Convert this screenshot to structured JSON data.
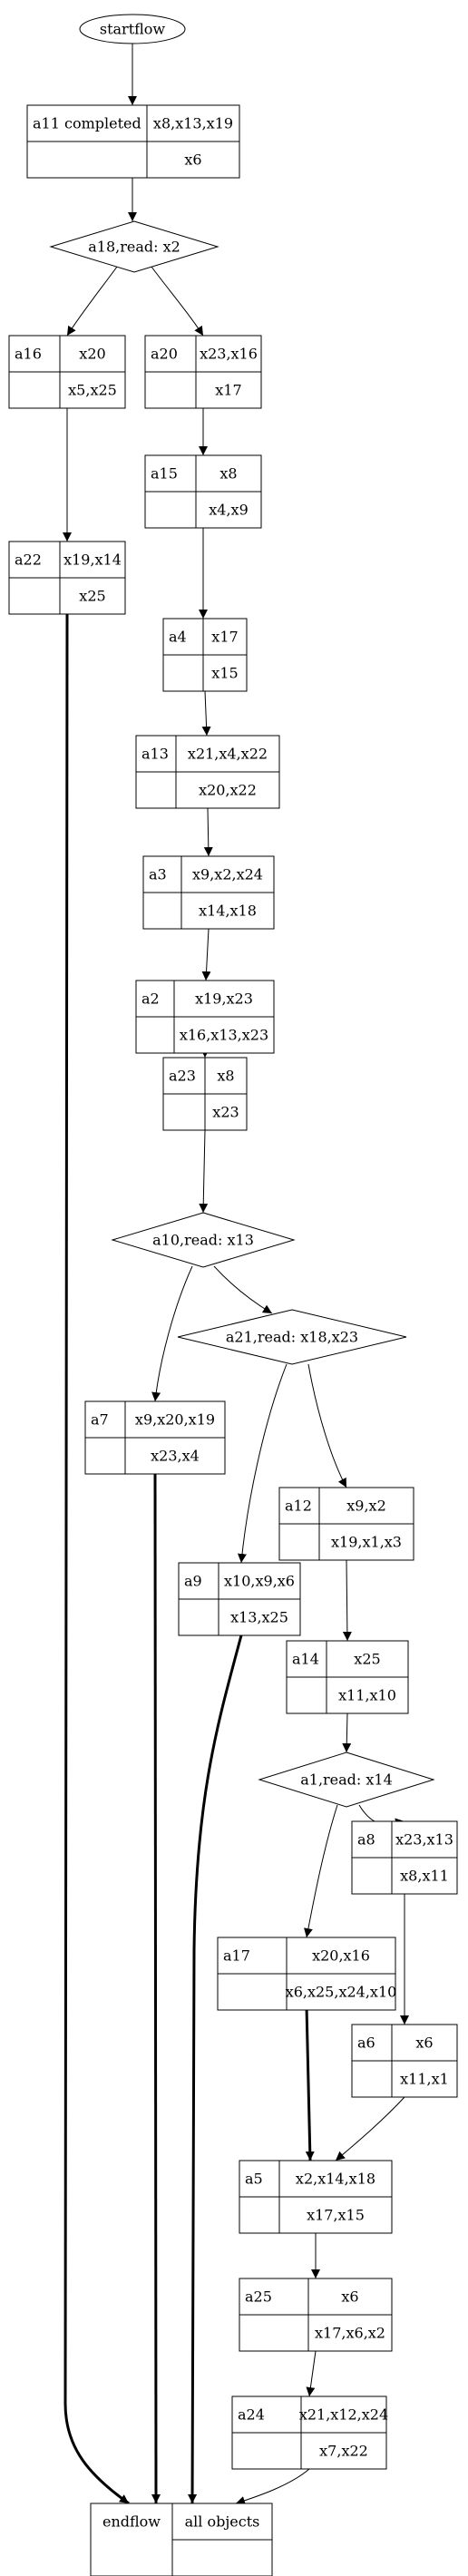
{
  "start": {
    "label": "startflow"
  },
  "end": {
    "label": "endflow",
    "objects": "all objects"
  },
  "actions": [
    {
      "id": "a11",
      "label": "a11 completed",
      "reads": "x8,x13,x19",
      "writes": "x6"
    },
    {
      "id": "a16",
      "label": "a16",
      "reads": "x20",
      "writes": "x5,x25"
    },
    {
      "id": "a20",
      "label": "a20",
      "reads": "x23,x16",
      "writes": "x17"
    },
    {
      "id": "a15",
      "label": "a15",
      "reads": "x8",
      "writes": "x4,x9"
    },
    {
      "id": "a22",
      "label": "a22",
      "reads": "x19,x14",
      "writes": "x25"
    },
    {
      "id": "a4",
      "label": "a4",
      "reads": "x17",
      "writes": "x15"
    },
    {
      "id": "a13",
      "label": "a13",
      "reads": "x21,x4,x22",
      "writes": "x20,x22"
    },
    {
      "id": "a3",
      "label": "a3",
      "reads": "x9,x2,x24",
      "writes": "x14,x18"
    },
    {
      "id": "a2",
      "label": "a2",
      "reads": "x19,x23",
      "writes": "x16,x13,x23"
    },
    {
      "id": "a23",
      "label": "a23",
      "reads": "x8",
      "writes": "x23"
    },
    {
      "id": "a7",
      "label": "a7",
      "reads": "x9,x20,x19",
      "writes": "x23,x4"
    },
    {
      "id": "a12",
      "label": "a12",
      "reads": "x9,x2",
      "writes": "x19,x1,x3"
    },
    {
      "id": "a9",
      "label": "a9",
      "reads": "x10,x9,x6",
      "writes": "x13,x25"
    },
    {
      "id": "a14",
      "label": "a14",
      "reads": "x25",
      "writes": "x11,x10"
    },
    {
      "id": "a8",
      "label": "a8",
      "reads": "x23,x13",
      "writes": "x8,x11"
    },
    {
      "id": "a17",
      "label": "a17",
      "reads": "x20,x16",
      "writes": "x6,x25,x24,x10"
    },
    {
      "id": "a6",
      "label": "a6",
      "reads": "x6",
      "writes": "x11,x1"
    },
    {
      "id": "a5",
      "label": "a5",
      "reads": "x2,x14,x18",
      "writes": "x17,x15"
    },
    {
      "id": "a25",
      "label": "a25",
      "reads": "x6",
      "writes": "x17,x6,x2"
    },
    {
      "id": "a24",
      "label": "a24",
      "reads": "x21,x12,x24",
      "writes": "x7,x22"
    }
  ],
  "decisions": [
    {
      "id": "a18",
      "label": "a18,read: x2"
    },
    {
      "id": "a10",
      "label": "a10,read: x13"
    },
    {
      "id": "a21",
      "label": "a21,read: x18,x23"
    },
    {
      "id": "a1",
      "label": "a1,read: x14"
    }
  ]
}
